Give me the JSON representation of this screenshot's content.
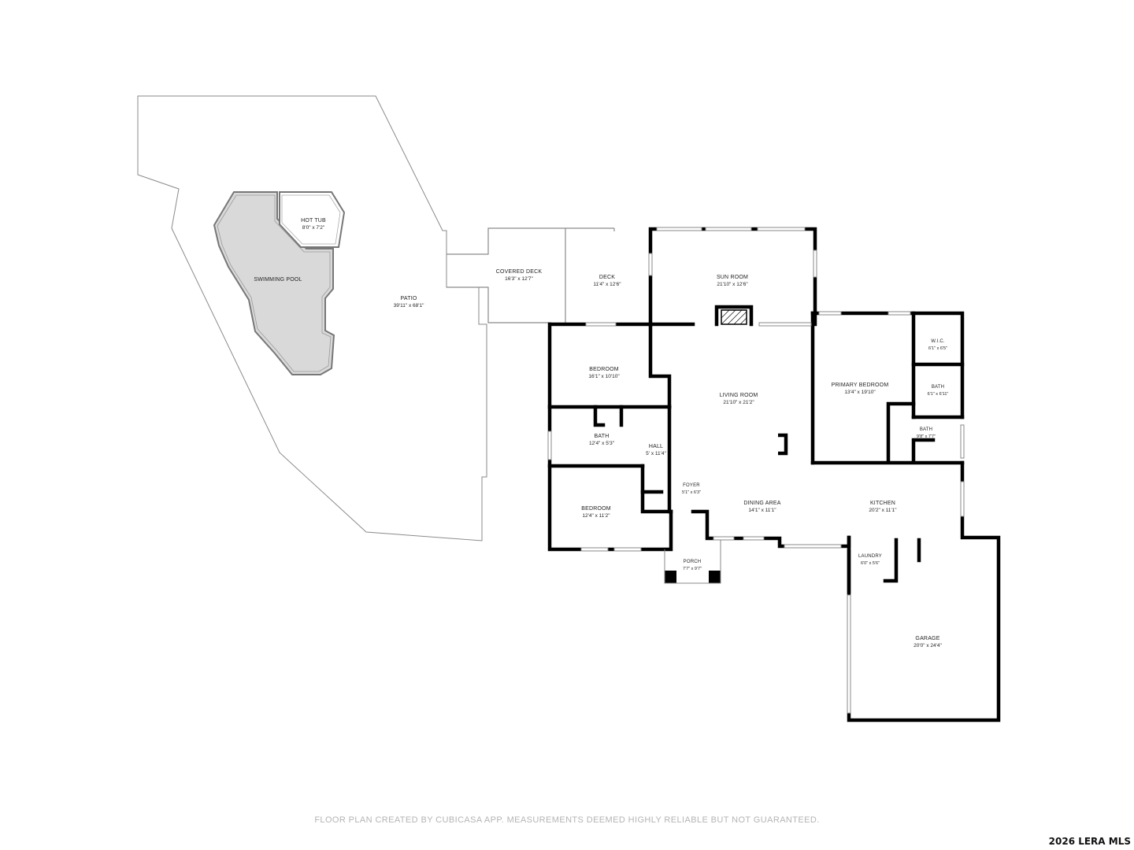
{
  "rooms": [
    {
      "id": "patio",
      "name": "PATIO",
      "dims": "39'11\" x 68'1\""
    },
    {
      "id": "swimming-pool",
      "name": "SWIMMING POOL",
      "dims": ""
    },
    {
      "id": "hot-tub",
      "name": "HOT TUB",
      "dims": "8'0\" x 7'2\""
    },
    {
      "id": "covered-deck",
      "name": "COVERED DECK",
      "dims": "16'3\" x 12'7\""
    },
    {
      "id": "deck",
      "name": "DECK",
      "dims": "11'4\" x 12'6\""
    },
    {
      "id": "sun-room",
      "name": "SUN ROOM",
      "dims": "21'10\" x 12'6\""
    },
    {
      "id": "bedroom-upper",
      "name": "BEDROOM",
      "dims": "16'1\" x 10'10\""
    },
    {
      "id": "living-room",
      "name": "LIVING ROOM",
      "dims": "21'10\" x 21'2\""
    },
    {
      "id": "primary-bedroom",
      "name": "PRIMARY BEDROOM",
      "dims": "13'4\" x 19'10\""
    },
    {
      "id": "wic",
      "name": "W.I.C.",
      "dims": "6'1\" x 6'5\""
    },
    {
      "id": "bath-primary",
      "name": "BATH",
      "dims": "6'1\" x 6'11\""
    },
    {
      "id": "bath-small",
      "name": "BATH",
      "dims": "9'8\" x 7'7\""
    },
    {
      "id": "bath-hall",
      "name": "BATH",
      "dims": "12'4\" x 5'3\""
    },
    {
      "id": "hall",
      "name": "HALL",
      "dims": "5' x 11'4\""
    },
    {
      "id": "foyer",
      "name": "FOYER",
      "dims": "5'1\" x 6'3\""
    },
    {
      "id": "dining-area",
      "name": "DINING AREA",
      "dims": "14'1\" x 11'1\""
    },
    {
      "id": "kitchen",
      "name": "KITCHEN",
      "dims": "20'2\" x 11'1\""
    },
    {
      "id": "bedroom-lower",
      "name": "BEDROOM",
      "dims": "12'4\" x 11'2\""
    },
    {
      "id": "porch",
      "name": "PORCH",
      "dims": "7'7\" x 9'7\""
    },
    {
      "id": "laundry",
      "name": "LAUNDRY",
      "dims": "6'0\" x 5'6\""
    },
    {
      "id": "garage",
      "name": "GARAGE",
      "dims": "20'0\" x 24'4\""
    }
  ],
  "footer": "FLOOR PLAN CREATED BY CUBICASA APP. MEASUREMENTS DEEMED HIGHLY RELIABLE BUT NOT GUARANTEED.",
  "watermark": "2026 LERA MLS",
  "colors": {
    "wall": "#000000",
    "outline": "#777777",
    "pool": "#d9d9d9"
  }
}
